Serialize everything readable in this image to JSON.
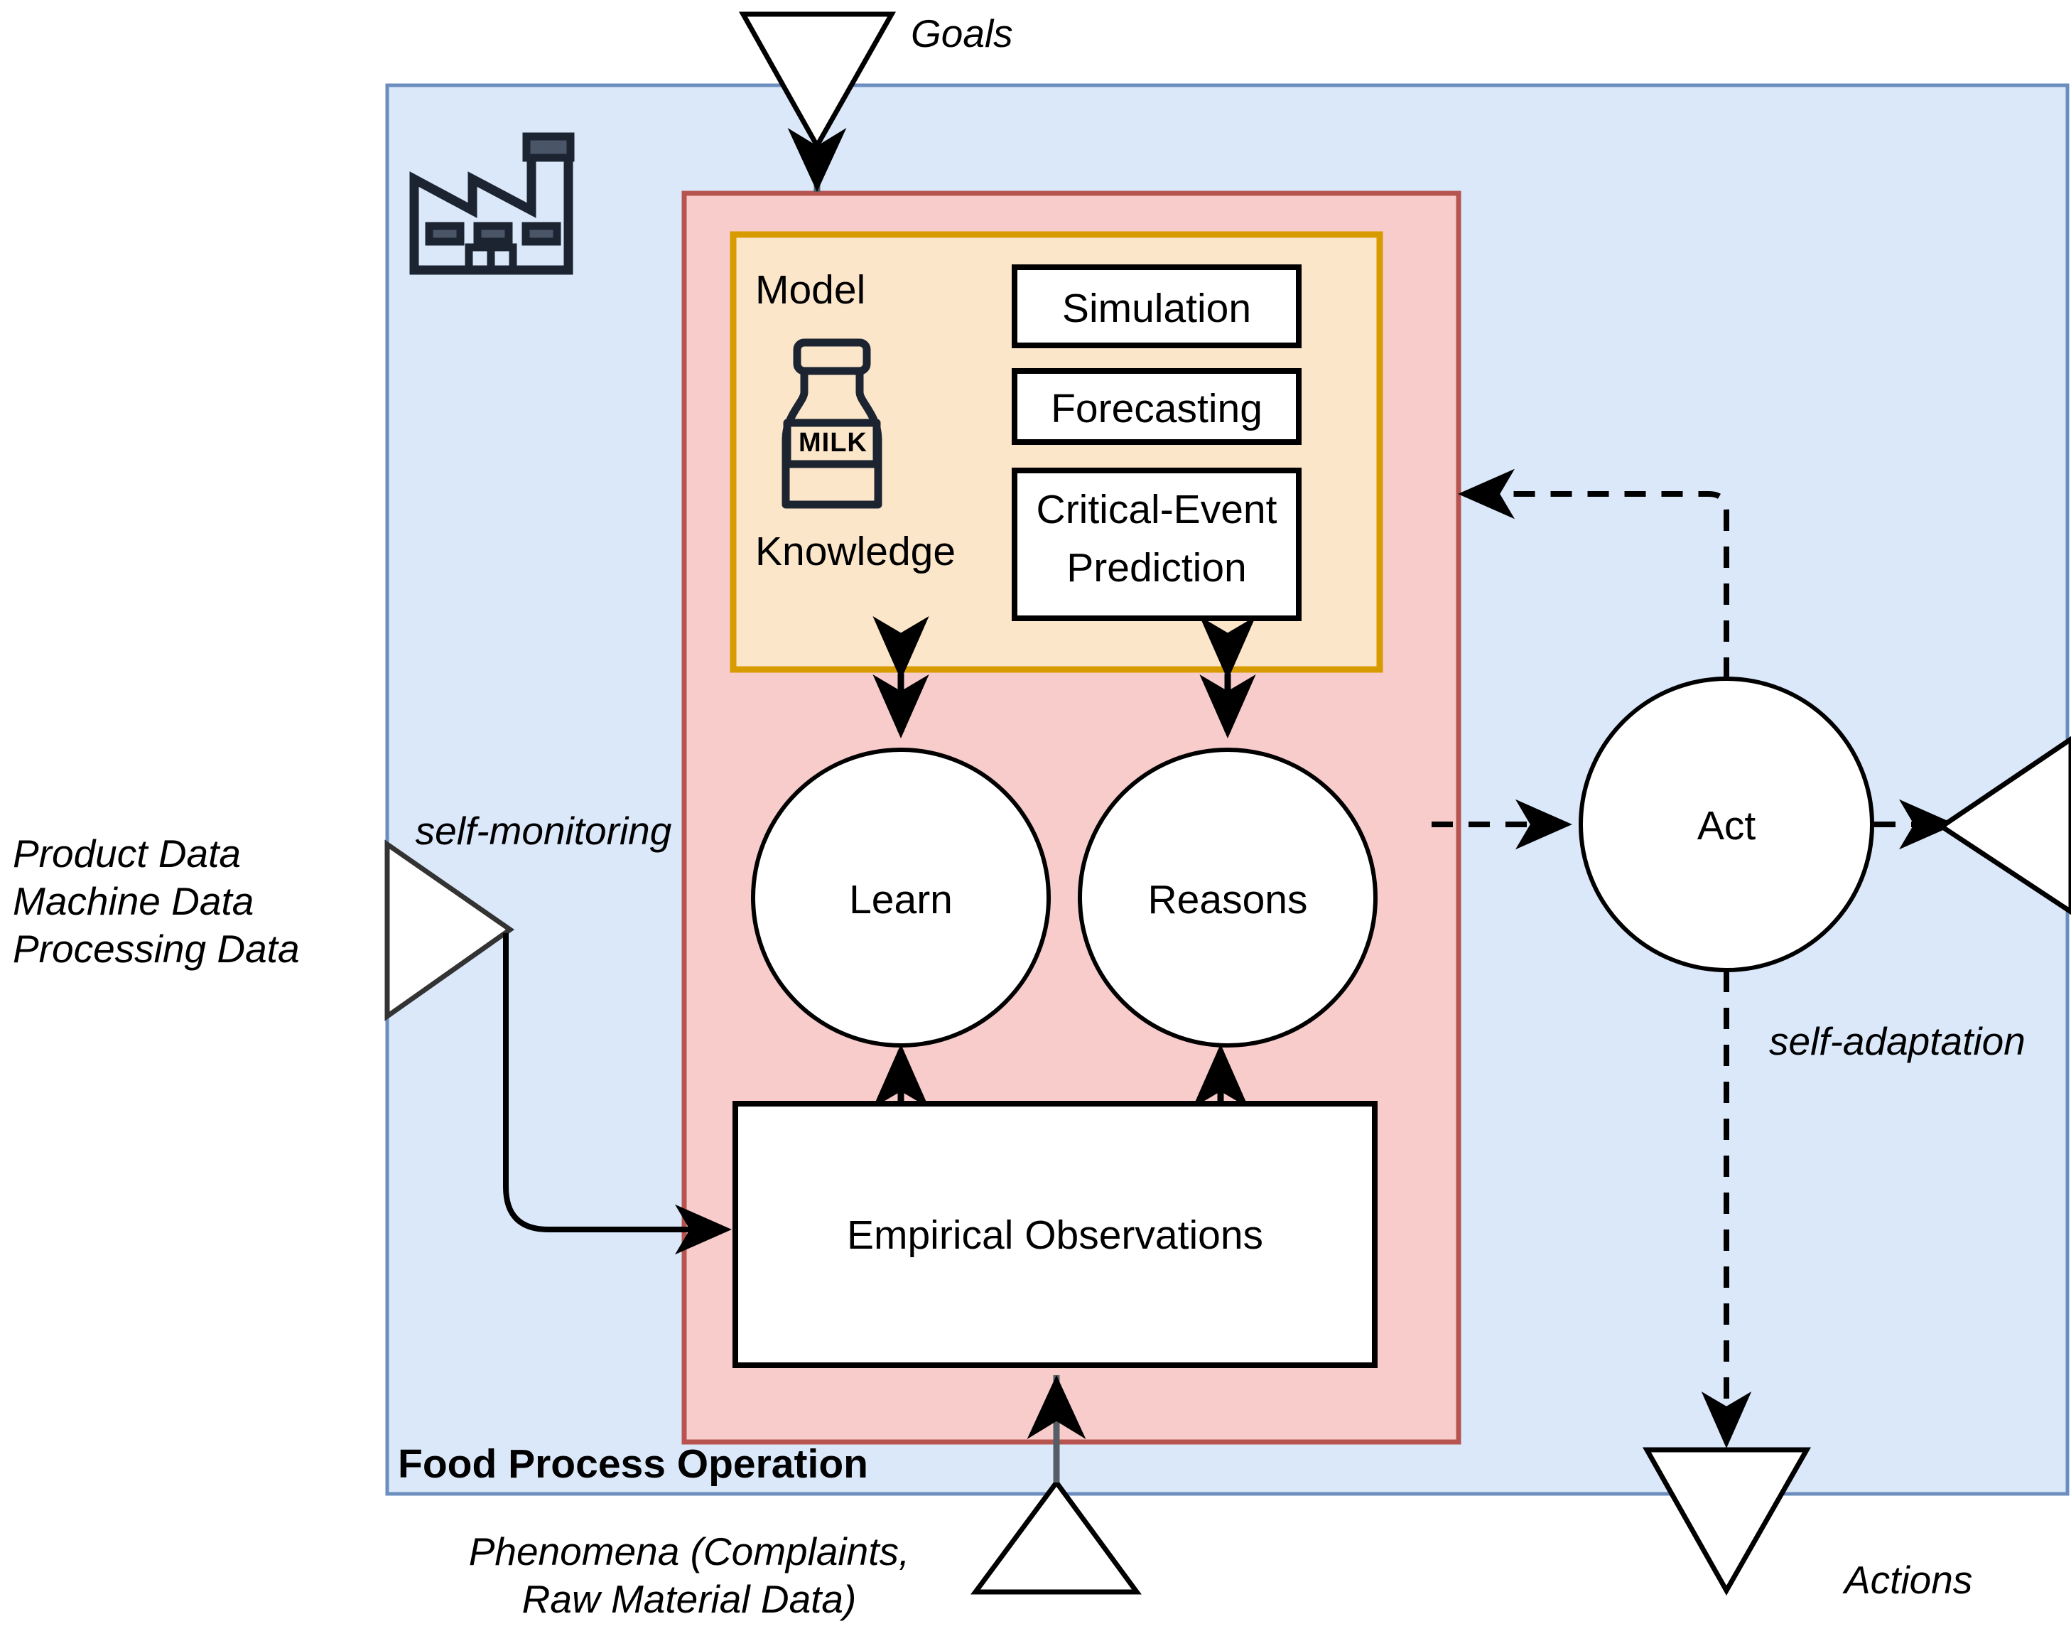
{
  "diagram": {
    "title": "Food Process Operation self-monitoring / self-adaptation loop",
    "outer_zone": {
      "label": "Food Process Operation",
      "fill": "#dae8fa",
      "stroke": "#6c8ebf"
    },
    "agent_zone": {
      "fill": "#f7cccb",
      "stroke": "#b85450"
    },
    "knowledge_zone": {
      "fill": "#fce6ca",
      "stroke": "#d79b00",
      "model_label": "Model",
      "knowledge_label": "Knowledge",
      "milk_icon_text": "MILK"
    },
    "capability_boxes": [
      {
        "label": "Simulation"
      },
      {
        "label": "Forecasting"
      },
      {
        "label": "Critical-Event\nPrediction"
      },
      {
        "label": "Critical-Event"
      },
      {
        "label": "Prediction"
      }
    ],
    "nodes": [
      {
        "id": "learn",
        "label": "Learn",
        "shape": "circle"
      },
      {
        "id": "reasons",
        "label": "Reasons",
        "shape": "circle"
      },
      {
        "id": "act",
        "label": "Act",
        "shape": "circle"
      }
    ],
    "observations_box": {
      "label": "Empirical Observations"
    },
    "external_ports": [
      {
        "id": "goals",
        "label": "Goals",
        "shape": "triangle-down"
      },
      {
        "id": "inputs",
        "label": "Product Data\nMachine Data\nProcessing Data",
        "shape": "triangle-right"
      },
      {
        "id": "phenomena",
        "label": "Phenomena (Complaints,\nRaw Material Data)",
        "shape": "triangle-up"
      },
      {
        "id": "actions",
        "label": "Actions",
        "shape": "triangle-down"
      },
      {
        "id": "right-port",
        "label": "",
        "shape": "triangle-left"
      }
    ],
    "input_lines": [
      {
        "text": "Product Data"
      },
      {
        "text": "Machine Data"
      },
      {
        "text": "Processing Data"
      }
    ],
    "phenomena_lines": [
      {
        "text": "Phenomena (Complaints,"
      },
      {
        "text": "Raw Material Data)"
      }
    ],
    "annotations": [
      {
        "id": "self-monitoring",
        "label": "self-monitoring"
      },
      {
        "id": "self-adaptation",
        "label": "self-adaptation"
      }
    ],
    "labels": {
      "goals": "Goals",
      "actions": "Actions",
      "self_monitoring": "self-monitoring",
      "self_adaptation": "self-adaptation",
      "food_process_operation": "Food Process Operation",
      "model": "Model",
      "knowledge": "Knowledge",
      "milk": "MILK",
      "simulation": "Simulation",
      "forecasting": "Forecasting",
      "critical_event": "Critical-Event",
      "prediction": "Prediction",
      "learn": "Learn",
      "reasons": "Reasons",
      "act": "Act",
      "empirical_observations": "Empirical Observations"
    },
    "colors": {
      "blue_fill": "#dae8fa",
      "blue_stroke": "#6c8ebf",
      "pink_fill": "#f7cccb",
      "pink_stroke": "#b85450",
      "orange_fill": "#fce6ca",
      "orange_stroke": "#d79b00",
      "white": "#ffffff",
      "ink": "#000000",
      "gray_line": "#666666"
    }
  }
}
